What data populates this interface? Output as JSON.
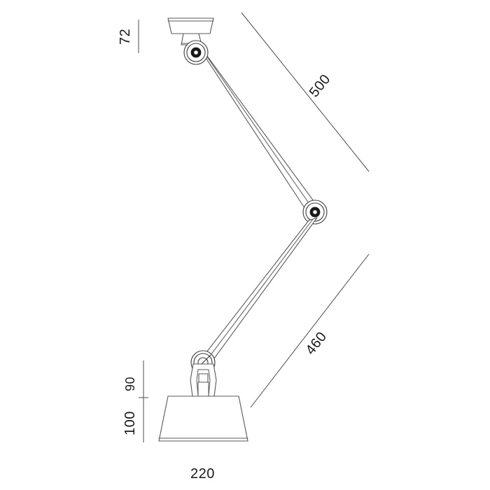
{
  "drawing": {
    "title": "Ceiling-mounted two-arm articulated lamp technical dimension drawing",
    "units": "mm",
    "line_color": "#58595b",
    "text_color": "#1a1a1a",
    "background": "#ffffff"
  },
  "dimensions": {
    "ceiling_plate_height": "72",
    "upper_arm_length": "500",
    "lower_arm_length": "460",
    "shade_neck_height": "90",
    "shade_height": "100",
    "shade_width": "220"
  },
  "labels": [
    {
      "id": "dim-72",
      "value": "72",
      "orientation": "vertical-rotated",
      "meaning": "ceiling mount plate to first joint height"
    },
    {
      "id": "dim-500",
      "value": "500",
      "orientation": "diagonal-rotated",
      "meaning": "upper arm length"
    },
    {
      "id": "dim-460",
      "value": "460",
      "orientation": "diagonal-rotated",
      "meaning": "lower arm length"
    },
    {
      "id": "dim-90",
      "value": "90",
      "orientation": "vertical-rotated",
      "meaning": "joint to shade top"
    },
    {
      "id": "dim-100",
      "value": "100",
      "orientation": "vertical-rotated",
      "meaning": "shade height"
    },
    {
      "id": "dim-220",
      "value": "220",
      "orientation": "horizontal",
      "meaning": "shade bottom diameter"
    }
  ],
  "parts": {
    "ceiling_plate": "ceiling-mount-plate",
    "top_joint": "top-pivot-joint",
    "upper_arm": "upper-arm",
    "elbow_joint": "elbow-pivot-joint",
    "lower_arm": "lower-arm",
    "shade_joint": "shade-pivot-joint",
    "shade_neck": "shade-neck",
    "lamp_shade": "lamp-shade"
  }
}
